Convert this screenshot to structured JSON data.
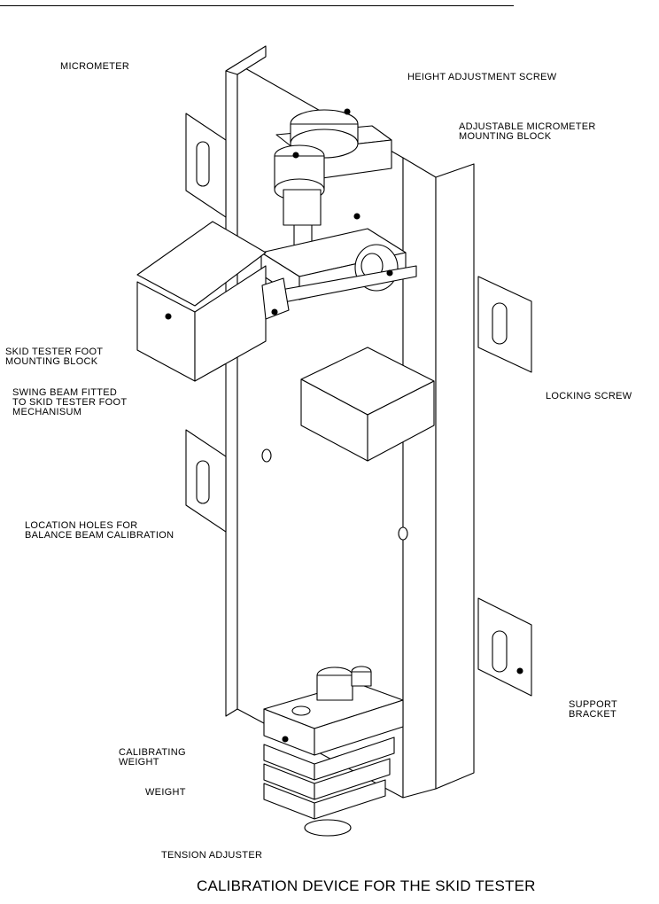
{
  "caption": "CALIBRATION DEVICE FOR THE SKID TESTER",
  "labels": {
    "micrometer": "MICROMETER",
    "height_adjustment_screw": "HEIGHT ADJUSTMENT SCREW",
    "adjustable_micrometer_mounting_block": [
      "ADJUSTABLE MICROMETER",
      "MOUNTING BLOCK"
    ],
    "skid_tester_foot_mounting_block": [
      "SKID TESTER FOOT",
      "MOUNTING BLOCK"
    ],
    "swing_beam": [
      "SWING BEAM FITTED",
      "TO SKID TESTER FOOT",
      "MECHANISUM"
    ],
    "locking_screw": "LOCKING SCREW",
    "location_holes": [
      "LOCATION HOLES FOR",
      "BALANCE BEAM CALIBRATION"
    ],
    "support_bracket": [
      "SUPPORT",
      "BRACKET"
    ],
    "calibrating_weight": [
      "CALIBRATING",
      "WEIGHT"
    ],
    "weight": "WEIGHT",
    "tension_adjuster": "TENSION ADJUSTER"
  }
}
